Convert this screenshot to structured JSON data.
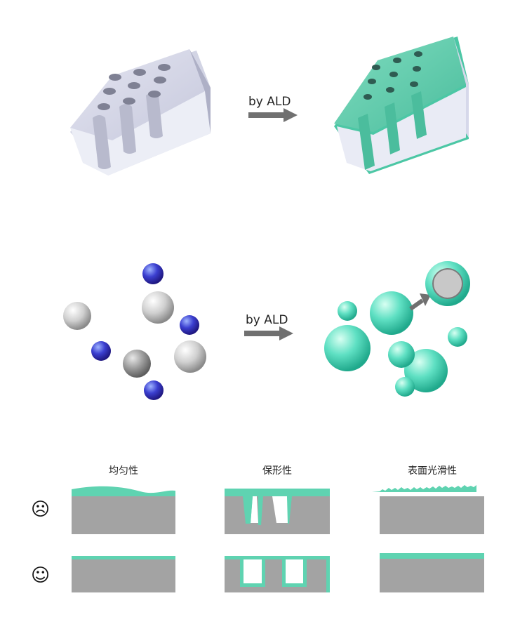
{
  "arrow_label_1": "by ALD",
  "arrow_label_2": "by ALD",
  "columns": [
    {
      "title": "均匀性"
    },
    {
      "title": "保形性"
    },
    {
      "title": "表面光滑性"
    }
  ],
  "rows": [
    {
      "icon": "sad-face-icon",
      "glyph": "☹"
    },
    {
      "icon": "smile-face-icon",
      "glyph": "☺"
    }
  ],
  "colors": {
    "block": "#d9dae8",
    "coating": "#5fd3b1",
    "substrate": "#a3a3a3",
    "arrow": "#707070",
    "particle_blue": "#3b3fd0",
    "particle_gray": "#cfcfcf"
  }
}
